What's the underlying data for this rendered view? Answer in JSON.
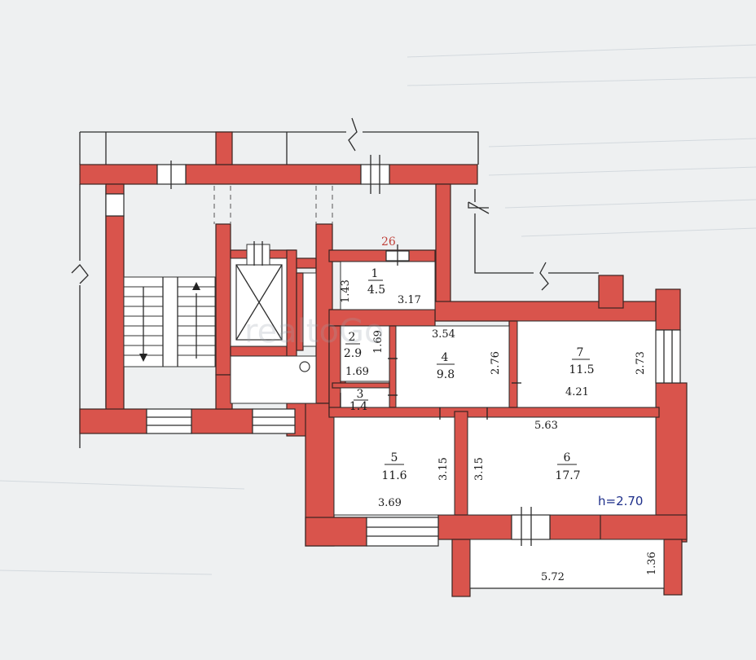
{
  "apartment_number": "26",
  "ceiling_height": "h=2.70",
  "rooms": [
    {
      "number": "1",
      "area": "4.5"
    },
    {
      "number": "2",
      "area": "2.9"
    },
    {
      "number": "3",
      "area": "1.4"
    },
    {
      "number": "4",
      "area": "9.8"
    },
    {
      "number": "5",
      "area": "11.6"
    },
    {
      "number": "6",
      "area": "17.7"
    },
    {
      "number": "7",
      "area": "11.5"
    }
  ],
  "dimensions": {
    "room1_height": "1.43",
    "room1_width": "3.17",
    "room2_width": "1.69",
    "room2_height": "1.69",
    "room4_width": "3.54",
    "room4_height": "2.76",
    "room7_width": "4.21",
    "room7_height": "2.73",
    "room5_width": "3.69",
    "room5_height": "3.15",
    "room6_height": "3.15",
    "room6_width": "5.63",
    "balcony_width": "5.72",
    "balcony_depth": "1.36"
  },
  "watermark": "realtoGo"
}
